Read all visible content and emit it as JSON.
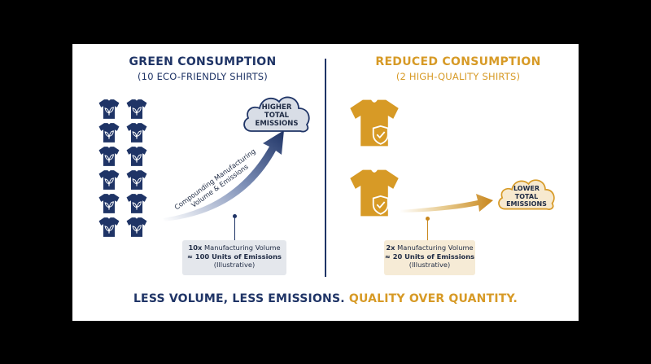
{
  "left": {
    "title": "GREEN CONSUMPTION",
    "subtitle": "(10 ECO-FRIENDLY SHIRTS)",
    "shirt_count": 12,
    "arrow_label_line1": "Compounding Manufacturing",
    "arrow_label_line2": "Volume & Emissions",
    "cloud": [
      "HIGHER",
      "TOTAL",
      "EMISSIONS"
    ],
    "box_line1_bold": "10x",
    "box_line1_rest": " Manufacturing Volume",
    "box_line2_bold": "≈ 100 Units of Emissions",
    "box_line3": "(Illustrative)"
  },
  "right": {
    "title": "REDUCED CONSUMPTION",
    "subtitle": "(2 HIGH-QUALITY SHIRTS)",
    "shirt_count": 2,
    "cloud": [
      "LOWER",
      "TOTAL",
      "EMISSIONS"
    ],
    "box_line1_bold": "2x",
    "box_line1_rest": " Manufacturing Volume",
    "box_line2_bold": "≈ 20 Units of Emissions",
    "box_line3": "(Illustrative)"
  },
  "tagline_part1": "LESS VOLUME, LESS EMISSIONS.",
  "tagline_part2": "QUALITY OVER QUANTITY.",
  "colors": {
    "navy": "#1f3466",
    "gold": "#d79a26",
    "cloud_left": "#d8dde6",
    "cloud_right": "#f7e9cf",
    "box_left": "#e4e7ec",
    "box_right": "#f6ebd6"
  },
  "icons": [
    "tshirt-leaf-icon",
    "tshirt-shield-check-icon",
    "cloud-icon",
    "arrow-icon"
  ]
}
